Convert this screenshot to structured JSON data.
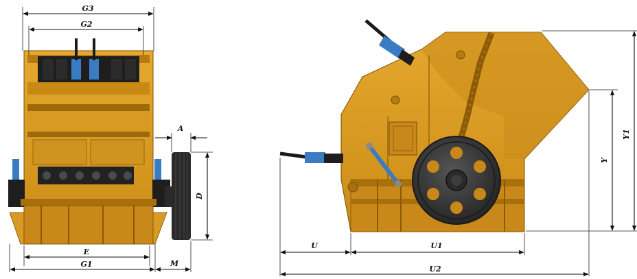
{
  "colors": {
    "body": "#d89a22",
    "body_shade": "#b57a12",
    "body_dark": "#8a5a08",
    "rotor": "#3a3a3a",
    "spring": "#3a7cc4",
    "black": "#1a1a1a"
  },
  "front_view": {
    "labels": {
      "g3": "G3",
      "g2": "G2",
      "a": "A",
      "d": "D",
      "e": "E",
      "g1": "G1",
      "m": "M"
    }
  },
  "side_view": {
    "labels": {
      "u": "U",
      "u1": "U1",
      "u2": "U2",
      "y": "Y",
      "y1": "Y1"
    }
  }
}
